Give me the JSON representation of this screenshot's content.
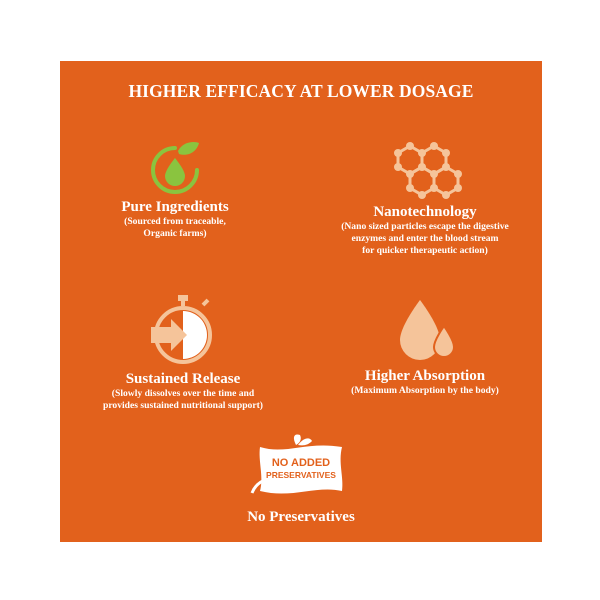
{
  "heading": "HIGHER EFFICACY AT LOWER DOSAGE",
  "colors": {
    "background": "#e2611c",
    "text": "#ffffff",
    "green_accent": "#8ac43f",
    "icon_peach": "#f5c49a"
  },
  "features": [
    {
      "icon": "leaf-drop-icon",
      "title": "Pure Ingredients",
      "description": "(Sourced from traceable,\nOrganic farms)"
    },
    {
      "icon": "molecule-icon",
      "title": "Nanotechnology",
      "description": "(Nano sized particles escape the digestive\nenzymes and enter the blood stream\nfor quicker therapeutic action)"
    },
    {
      "icon": "stopwatch-arrow-icon",
      "title": "Sustained Release",
      "description": "(Slowly dissolves over the time and\nprovides sustained nutritional support)"
    },
    {
      "icon": "water-drops-icon",
      "title": "Higher Absorption",
      "description": "(Maximum Absorption by the body)"
    },
    {
      "icon": "no-preservatives-badge-icon",
      "title": "No Preservatives",
      "description": ""
    }
  ],
  "badge": {
    "line1": "NO ADDED",
    "line2": "PRESERVATIVES"
  }
}
